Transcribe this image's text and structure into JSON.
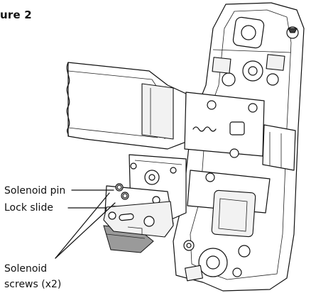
{
  "figure": {
    "title": "ure 2",
    "labels": {
      "solenoid_pin": "Solenoid pin",
      "lock_slide": "Lock slide",
      "solenoid_screws_line1": "Solenoid",
      "solenoid_screws_line2": "screws (x2)"
    }
  }
}
